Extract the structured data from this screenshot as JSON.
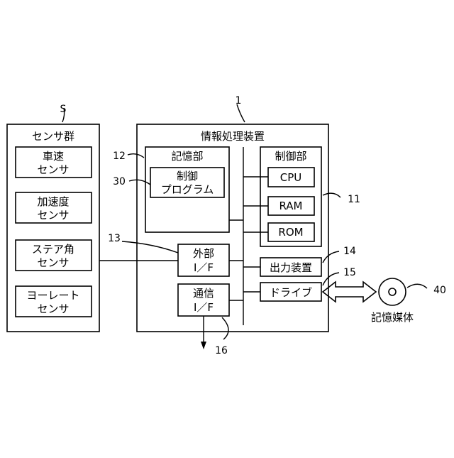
{
  "sensor_group": {
    "ref": "S",
    "title": "センサ群",
    "items": [
      {
        "line1": "車速",
        "line2": "センサ"
      },
      {
        "line1": "加速度",
        "line2": "センサ"
      },
      {
        "line1": "ステア角",
        "line2": "センサ"
      },
      {
        "line1": "ヨーレート",
        "line2": "センサ"
      }
    ]
  },
  "device": {
    "ref": "1",
    "title": "情報処理装置",
    "storage": {
      "ref": "12",
      "label": "記憶部"
    },
    "program": {
      "ref": "30",
      "line1": "制御",
      "line2": "プログラム"
    },
    "control": {
      "ref": "11",
      "label": "制御部",
      "cpu": "CPU",
      "ram": "RAM",
      "rom": "ROM"
    },
    "ext_if": {
      "ref": "13",
      "line1": "外部",
      "line2": "I／F"
    },
    "comm_if": {
      "ref": "16",
      "line1": "通信",
      "line2": "I／F"
    },
    "output": {
      "ref": "14",
      "label": "出力装置"
    },
    "drive": {
      "ref": "15",
      "label": "ドライブ"
    }
  },
  "medium": {
    "ref": "40",
    "label": "記憶媒体"
  }
}
